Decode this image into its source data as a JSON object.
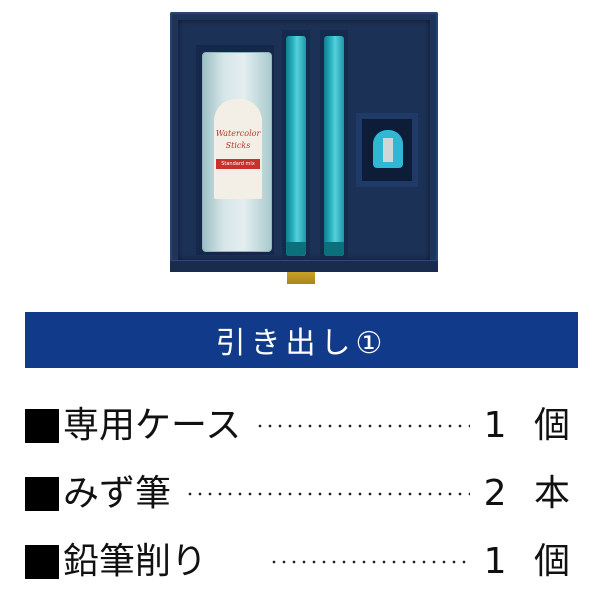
{
  "product_image": {
    "alt": "Navy gift box drawer containing a case of watercolor sticks, two water brushes, and a pencil sharpener",
    "case_label": {
      "script_line1": "Watercolor",
      "script_line2": "Sticks",
      "band": "Standard mix"
    },
    "colors": {
      "box": "#1e3459",
      "brush": "#2ab2c1",
      "sharpener": "#2fb7d4",
      "pull_tab": "#c9a12a"
    }
  },
  "header": {
    "title": "引き出し①",
    "background": "#113a8a",
    "text_color": "#ffffff"
  },
  "items": [
    {
      "bullet": "■",
      "name": "専用ケース",
      "quantity": "1 個"
    },
    {
      "bullet": "■",
      "name": "みず筆",
      "quantity": "2 本"
    },
    {
      "bullet": "■",
      "name": "鉛筆削り",
      "quantity": "1 個"
    }
  ]
}
